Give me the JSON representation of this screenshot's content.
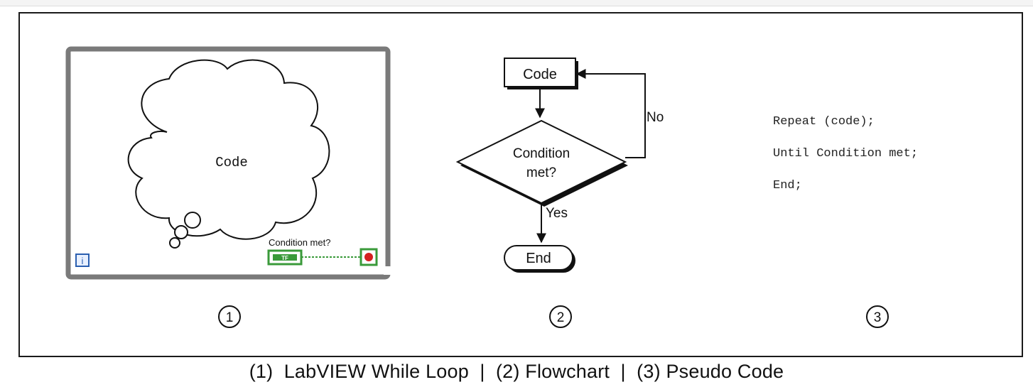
{
  "panel1": {
    "cloud_label": "Code",
    "terminal_label": "Condition met?",
    "iteration_glyph": "i",
    "bool_glyph": "TF"
  },
  "panel2": {
    "process_label": "Code",
    "decision_line1": "Condition",
    "decision_line2": "met?",
    "no_label": "No",
    "yes_label": "Yes",
    "end_label": "End"
  },
  "panel3": {
    "lines": [
      "Repeat (code);",
      "Until Condition met;",
      "End;"
    ]
  },
  "markers": [
    "1",
    "2",
    "3"
  ],
  "caption": {
    "part1": "(1)  LabVIEW While Loop",
    "sep1": "  |  ",
    "part2": "(2) Flowchart",
    "sep2": "  |  ",
    "part3": "(3) Pseudo Code"
  },
  "colors": {
    "loop_border": "#7a7a7a",
    "boolean_green": "#3a9a3a",
    "stop_red": "#d42020",
    "iteration_blue": "#2b5fb0"
  }
}
